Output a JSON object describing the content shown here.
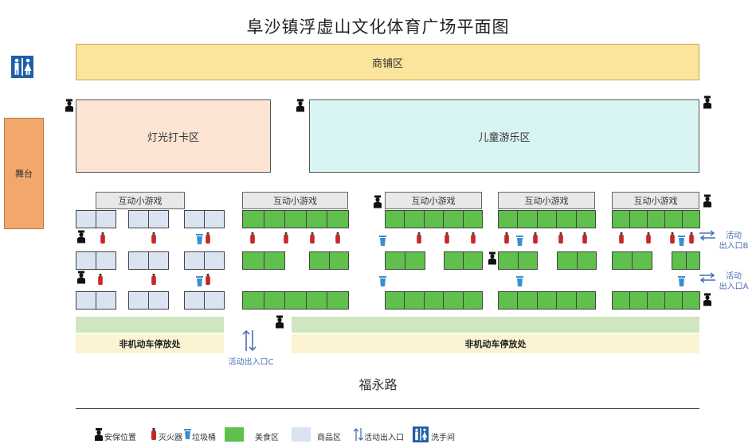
{
  "title": "阜沙镇浮虚山文化体育广场平面图",
  "zones": {
    "shops": "商铺区",
    "stage": "舞台",
    "lighting": "灯光打卡区",
    "kids": "儿童游乐区",
    "game": "互动小游戏",
    "parking": "非机动车停放处",
    "road": "福永路"
  },
  "exits": {
    "b": "活动\n出入口B",
    "a": "活动\n出入口A",
    "c": "活动出入口C"
  },
  "legend": {
    "security": "安保位置",
    "extinguisher": "灭火器",
    "trash": "垃圾桶",
    "food": "美食区",
    "goods": "商品区",
    "entrance": "活动出入口",
    "restroom": "洗手间"
  },
  "colors": {
    "food": "#5fc04c",
    "goods": "#d9e3f2",
    "shops": "#fbe49c",
    "stage": "#f2a86c",
    "lighting": "#fbe4d4",
    "kids": "#d8f5f3",
    "parking": "#fcf3d2",
    "green_band": "#cfe6c0",
    "extinguisher": "#c62828",
    "trash": "#3a8fd0",
    "arrow": "#4a6fb3"
  },
  "icons": [
    "security-guard-icon",
    "fire-extinguisher-icon",
    "trash-bin-icon",
    "restroom-icon",
    "entrance-arrow-icon"
  ]
}
